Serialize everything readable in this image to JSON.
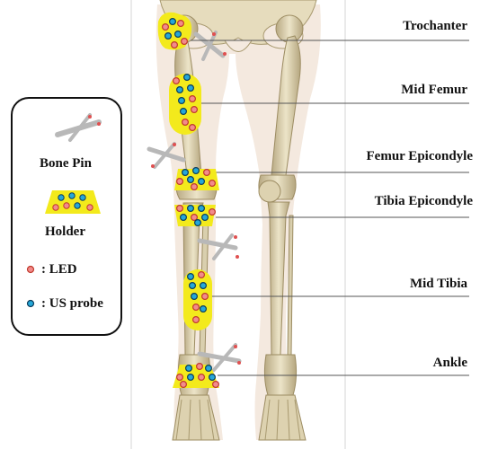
{
  "labels": {
    "trochanter": "Trochanter",
    "mid_femur": "Mid Femur",
    "femur_epicondyle": "Femur Epicondyle",
    "tibia_epicondyle": "Tibia Epicondyle",
    "mid_tibia": "Mid Tibia",
    "ankle": "Ankle"
  },
  "legend": {
    "bone_pin": "Bone Pin",
    "holder": "Holder",
    "led": ": LED",
    "us_probe": ": US probe"
  },
  "colors": {
    "holder_fill": "#f3ea1c",
    "led_fill": "#f28b8b",
    "led_stroke": "#c0392b",
    "probe_fill": "#25a7d8",
    "probe_stroke": "#0b3d5c",
    "pin": "#b8b8b8",
    "bone": "#d9cfae",
    "skin": "#f3e7dc"
  }
}
